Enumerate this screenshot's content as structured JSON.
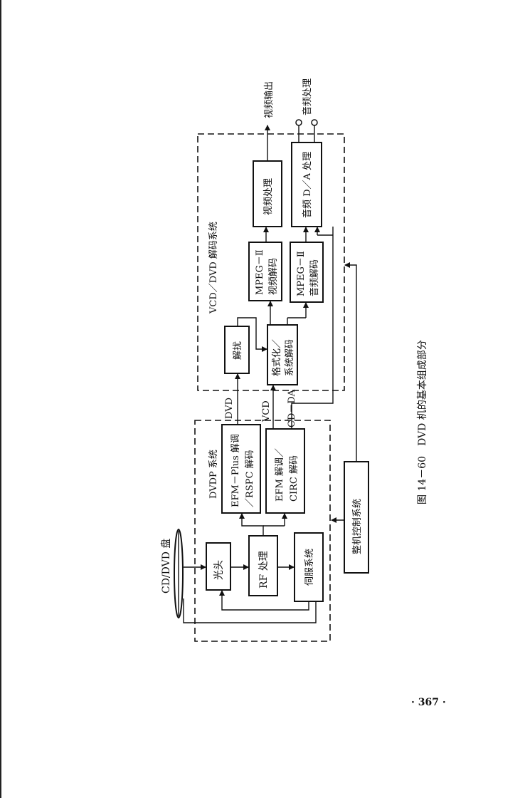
{
  "diagram": {
    "disc_label": "CD/DVD 盘",
    "blocks": {
      "optical_head": "光头",
      "rf_processing": "RF 处理",
      "servo_system": "伺服系统",
      "efm_plus_line1": "EFM－Plus 解调",
      "efm_plus_line2": "／RSPC 解码",
      "efm_line1": "EFM 解调／",
      "efm_line2": "CIRC 解码",
      "descramble": "解扰",
      "format_line1": "格式化／",
      "format_line2": "系统解码",
      "mpeg_video_line1": "MPEG－Ⅱ",
      "mpeg_video_line2": "视频解码",
      "mpeg_audio_line1": "MPEG－Ⅱ",
      "mpeg_audio_line2": "音频解码",
      "video_processing": "视频处理",
      "audio_da": "音频 D／A 处理",
      "system_control": "整机控制系统"
    },
    "groups": {
      "dvdp_system": "DVDP 系统",
      "decode_system": "VCD／DVD 解码系统"
    },
    "signals": {
      "dvd": "DVD",
      "vcd": "VCD",
      "cd_da": "CD－DA",
      "video_out": "视频输出",
      "audio_proc": "音频处理"
    }
  },
  "caption": "图 14－60　DVD 机的基本组成部分",
  "page_number": "· 367 ·"
}
